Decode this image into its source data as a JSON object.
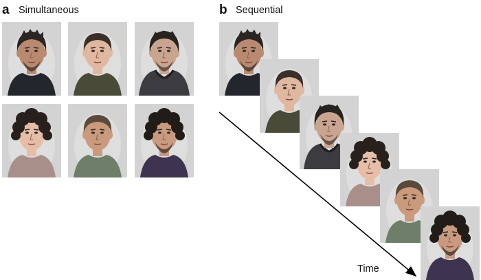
{
  "panel_a": {
    "label": "a",
    "title": "Simultaneous"
  },
  "panel_b": {
    "label": "b",
    "title": "Sequential"
  },
  "time_label": "Time",
  "faces": [
    {
      "id": "f1",
      "hair": "#2b2623",
      "skin": "#b98a70",
      "shirt": "#23262d",
      "beard": "#3a2d27",
      "style": "short-spiky"
    },
    {
      "id": "f2",
      "hair": "#3a2f29",
      "skin": "#e0b79f",
      "shirt": "#4a4a38",
      "beard": "",
      "style": "short"
    },
    {
      "id": "f3",
      "hair": "#27231f",
      "skin": "#c9a48f",
      "shirt": "#3c3c40",
      "beard": "#4a3a30",
      "style": "hoodie"
    },
    {
      "id": "f4",
      "hair": "#27201c",
      "skin": "#e6bda7",
      "shirt": "#a88f8a",
      "beard": "",
      "style": "curly"
    },
    {
      "id": "f5",
      "hair": "#5a4a3c",
      "skin": "#c99a7c",
      "shirt": "#6e7e68",
      "beard": "",
      "style": "short"
    },
    {
      "id": "f6",
      "hair": "#221c19",
      "skin": "#c99a80",
      "shirt": "#3e3450",
      "beard": "#3a2d27",
      "style": "curly"
    }
  ],
  "colors": {
    "background": "#ffffff",
    "photo_bg": "#d3d3d3",
    "arrow": "#000000"
  }
}
